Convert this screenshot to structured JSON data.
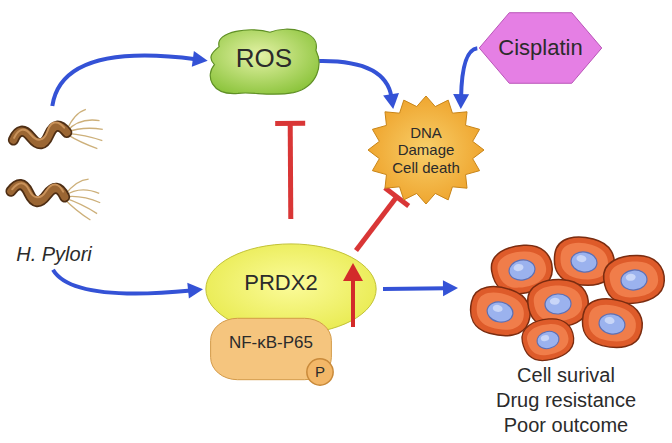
{
  "diagram": {
    "nodes": [
      {
        "text": [
          "ROS"
        ]
      },
      {
        "text": [
          "Cisplatin"
        ]
      },
      {
        "text": [
          "DNA Damage Cell death"
        ]
      },
      {
        "text": [
          "H. Pylori"
        ]
      },
      {
        "text": [
          "PRDX2"
        ]
      },
      {
        "text": [
          "NF-κB-P65"
        ]
      },
      {
        "text": [
          "P"
        ],
        "in": 5
      },
      {
        "text": [
          "Cell surival",
          "Drug resistance",
          "Poor outcome"
        ]
      }
    ],
    "edges": [
      {
        "from": 3,
        "to": 0,
        "arrow": "to"
      },
      {
        "from": 3,
        "to": 4,
        "arrow": "to"
      },
      {
        "from": 0,
        "to": 2,
        "arrow": "to"
      },
      {
        "from": 1,
        "to": 2,
        "arrow": "to"
      },
      {
        "from": 4,
        "to": 0,
        "arrow": "to"
      },
      {
        "from": 4,
        "to": 2,
        "arrow": "to"
      },
      {
        "from": 4,
        "to": 7,
        "arrow": "to"
      }
    ]
  }
}
